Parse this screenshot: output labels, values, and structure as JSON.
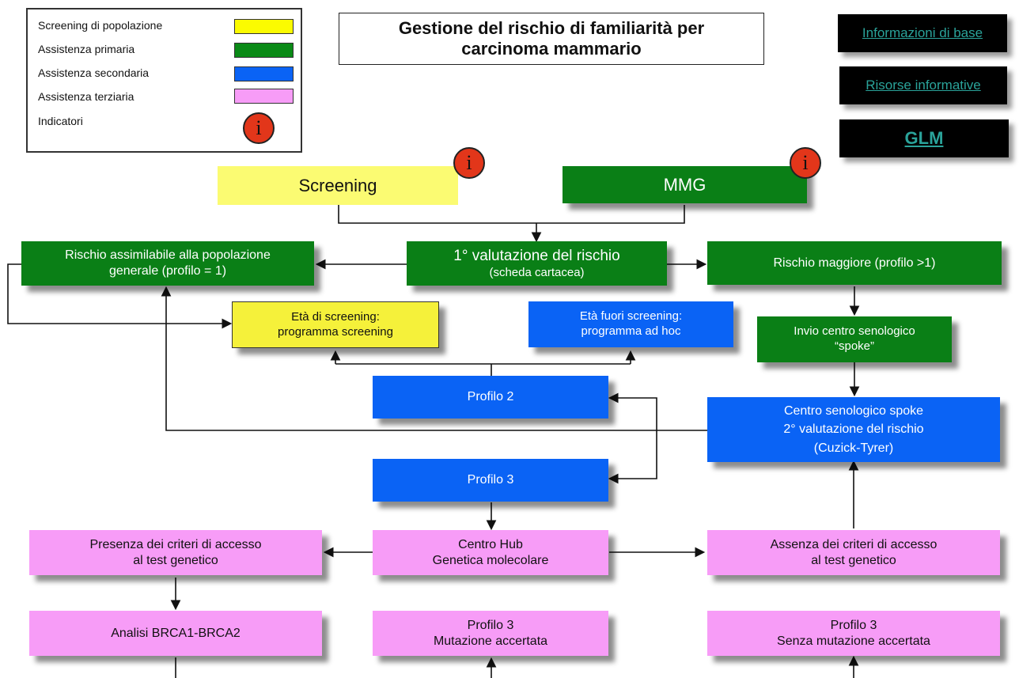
{
  "legend": {
    "items": [
      {
        "label": "Screening di popolazione",
        "color": "#fbfb00"
      },
      {
        "label": "Assistenza primaria",
        "color": "#0a8a16"
      },
      {
        "label": "Assistenza secondaria",
        "color": "#0a63f5"
      },
      {
        "label": "Assistenza terziaria",
        "color": "#f79cf7"
      }
    ],
    "indicators_label": "Indicatori",
    "info_glyph": "i"
  },
  "title": {
    "line1": "Gestione del rischio di familiarità  per",
    "line2": "carcinoma mammario"
  },
  "nav": {
    "info_base": "Informazioni di base",
    "risorse": "Risorse informative",
    "glm": "GLM"
  },
  "nodes": {
    "screening": "Screening",
    "mmg": "MMG",
    "valutazione_1": "1° valutazione del rischio",
    "valutazione_1_sub": "(scheda cartacea)",
    "rischio_pop_1": "Rischio assimilabile alla popolazione",
    "rischio_pop_2": "generale (profilo = 1)",
    "rischio_magg": "Rischio  maggiore  (profilo  >1)",
    "eta_screening_1": "Età di screening:",
    "eta_screening_2": "programma screening",
    "eta_fuori_1": "Età fuori screening:",
    "eta_fuori_2": "programma ad hoc",
    "invio_1": "Invio centro senologico",
    "invio_2": "“spoke”",
    "profilo2": "Profilo 2",
    "spoke_1": "Centro senologico spoke",
    "spoke_2": "2° valutazione del rischio",
    "spoke_3": "(Cuzick-Tyrer)",
    "profilo3": "Profilo 3",
    "presenza_1": "Presenza dei criteri di accesso",
    "presenza_2": "al test genetico",
    "hub_1": "Centro Hub",
    "hub_2": "Genetica molecolare",
    "assenza_1": "Assenza dei criteri di accesso",
    "assenza_2": "al test genetico",
    "analisi": "Analisi BRCA1-BRCA2",
    "p3_mut_1": "Profilo 3",
    "p3_mut_2": "Mutazione accertata",
    "p3_nomut_1": "Profilo 3",
    "p3_nomut_2": "Senza mutazione accertata"
  }
}
